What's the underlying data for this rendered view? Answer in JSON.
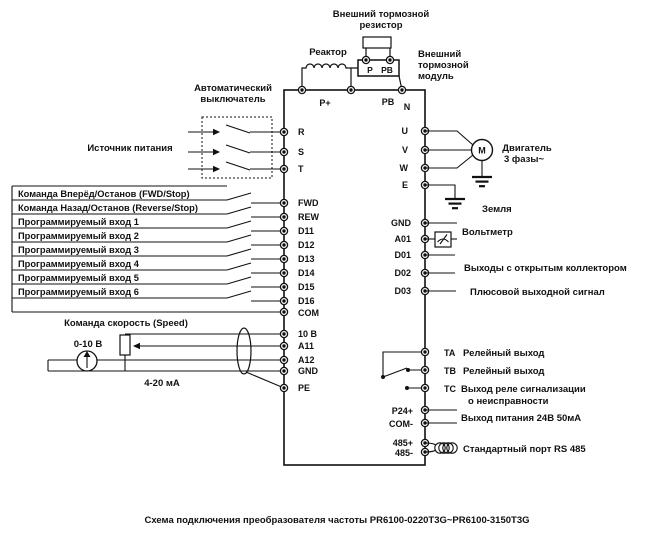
{
  "title": {
    "caption": "Схема подключения преобразователя частоты PR6100-0220T3G~PR6100-3150T3G"
  },
  "top": {
    "brake_resistor_line1": "Внешний тормозной",
    "brake_resistor_line2": "резистор",
    "reactor_label": "Реактор",
    "brake_module_line1": "Внешний",
    "brake_module_line2": "тормозной",
    "brake_module_line3": "модуль",
    "module_p": "P",
    "module_pb": "PB",
    "bus_p_plus": "P+",
    "bus_pb": "PB",
    "bus_n": "N"
  },
  "left": {
    "breaker_line1": "Автоматический",
    "breaker_line2": "выключатель",
    "power_source": "Источник питания",
    "rst": [
      "R",
      "S",
      "T"
    ],
    "inputs": [
      {
        "label": "Команда Вперёд/Останов (FWD/Stop)",
        "terminal": "FWD"
      },
      {
        "label": "Команда Назад/Останов (Reverse/Stop)",
        "terminal": "REW"
      },
      {
        "label": "Программируемый вход 1",
        "terminal": "D11"
      },
      {
        "label": "Программируемый вход 2",
        "terminal": "D12"
      },
      {
        "label": "Программируемый вход 3",
        "terminal": "D13"
      },
      {
        "label": "Программируемый вход 4",
        "terminal": "D14"
      },
      {
        "label": "Программируемый вход 5",
        "terminal": "D15"
      },
      {
        "label": "Программируемый вход 6",
        "terminal": "D16"
      }
    ],
    "com_terminal": "COM"
  },
  "analog": {
    "speed_label": "Команда скорость (Speed)",
    "v_range": "0-10 В",
    "i_range": "4-20 мА",
    "t_10v": "10 В",
    "t_a11": "A11",
    "t_a12": "A12",
    "t_gnd": "GND",
    "t_pe": "PE"
  },
  "right": {
    "t_u": "U",
    "t_v": "V",
    "t_w": "W",
    "t_e": "E",
    "motor_m": "M",
    "motor_line1": "Двигатель",
    "motor_line2": "3 фазы~",
    "earth_label": "Земля",
    "t_gnd": "GND",
    "t_a01": "A01",
    "voltmeter_label": "Вольтметр",
    "t_d01": "D01",
    "t_d02": "D02",
    "t_d03": "D03",
    "open_collector_label": "Выходы с открытым коллектором",
    "plus_signal_label": "Плюсовой выходной сигнал",
    "t_ta": "TA",
    "t_tb": "TB",
    "t_tc": "TC",
    "relay_out_label_1": "Релейный выход",
    "relay_out_label_2": "Релейный выход",
    "fault_relay_line1": "Выход реле сигнализации",
    "fault_relay_line2": "о неисправности",
    "t_p24": "P24+",
    "t_com_minus": "COM-",
    "power_out_label": "Выход питания 24В 50мА",
    "t_485p": "485+",
    "t_485m": "485-",
    "rs485_label": "Стандартный порт RS 485"
  },
  "colors": {
    "ink": "#111111",
    "background": "#ffffff"
  }
}
